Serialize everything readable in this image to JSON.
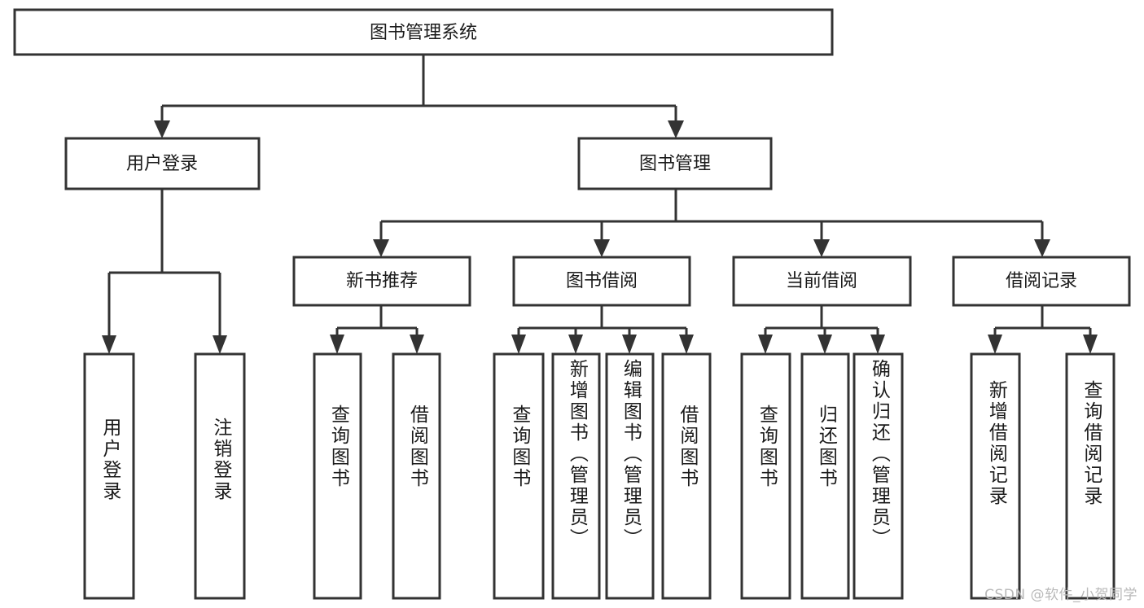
{
  "diagram": {
    "title": "图书管理系统",
    "type": "tree",
    "theme": {
      "background": "#ffffff",
      "box_fill": "#ffffff",
      "box_stroke": "#333333",
      "text_color": "#1a1a1a",
      "watermark_color": "#b9b9b9"
    },
    "root": {
      "label": "图书管理系统"
    },
    "level2": [
      {
        "label": "用户登录"
      },
      {
        "label": "图书管理"
      }
    ],
    "level3": [
      {
        "label": "新书推荐"
      },
      {
        "label": "图书借阅"
      },
      {
        "label": "当前借阅"
      },
      {
        "label": "借阅记录"
      }
    ],
    "leaves": {
      "user_login": [
        {
          "label": "用户登录"
        },
        {
          "label": "注销登录"
        }
      ],
      "new_book_recommend": [
        {
          "label": "查询图书"
        },
        {
          "label": "借阅图书"
        }
      ],
      "book_borrow": [
        {
          "label": "查询图书"
        },
        {
          "label": "新增图书（管理员）"
        },
        {
          "label": "编辑图书（管理员）"
        },
        {
          "label": "借阅图书"
        }
      ],
      "current_borrow": [
        {
          "label": "查询图书"
        },
        {
          "label": "归还图书"
        },
        {
          "label": "确认归还（管理员）"
        }
      ],
      "borrow_record": [
        {
          "label": "新增借阅记录"
        },
        {
          "label": "查询借阅记录"
        }
      ]
    },
    "watermark": "CSDN @软件_小贺同学"
  }
}
